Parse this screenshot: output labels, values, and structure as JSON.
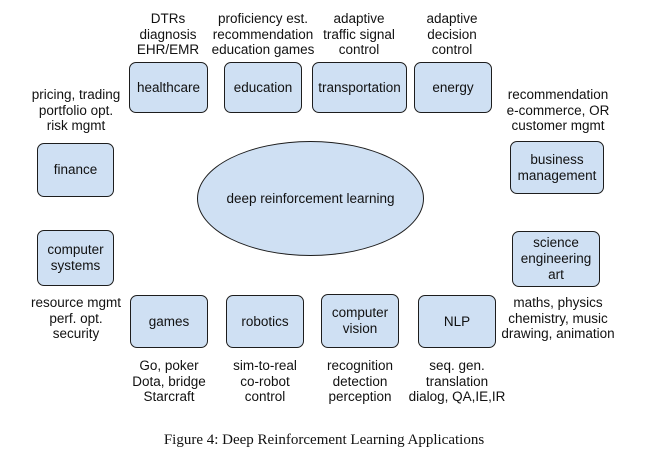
{
  "center": {
    "label": "deep reinforcement learning"
  },
  "nodes": {
    "healthcare": {
      "label": "healthcare",
      "note": "DTRs\ndiagnosis\nEHR/EMR"
    },
    "education": {
      "label": "education",
      "note": "proficiency est.\nrecommendation\neducation games"
    },
    "transportation": {
      "label": "transportation",
      "note": "adaptive\ntraffic signal\ncontrol"
    },
    "energy": {
      "label": "energy",
      "note": "adaptive\ndecision\ncontrol"
    },
    "finance": {
      "label": "finance",
      "note": "pricing, trading\nportfolio opt.\nrisk mgmt"
    },
    "business": {
      "label": "business\nmanagement",
      "note": "recommendation\ne-commerce, OR\ncustomer mgmt"
    },
    "computer_systems": {
      "label": "computer\nsystems",
      "note": "resource mgmt\nperf. opt.\nsecurity"
    },
    "science": {
      "label": "science\nengineering\nart",
      "note": "maths, physics\nchemistry, music\ndrawing, animation"
    },
    "games": {
      "label": "games",
      "note": "Go, poker\nDota, bridge\nStarcraft"
    },
    "robotics": {
      "label": "robotics",
      "note": "sim-to-real\nco-robot\ncontrol"
    },
    "computer_vision": {
      "label": "computer\nvision",
      "note": "recognition\ndetection\nperception"
    },
    "nlp": {
      "label": "NLP",
      "note": "seq. gen.\ntranslation\ndialog, QA,IE,IR"
    }
  },
  "caption": "Figure 4: Deep Reinforcement Learning Applications"
}
